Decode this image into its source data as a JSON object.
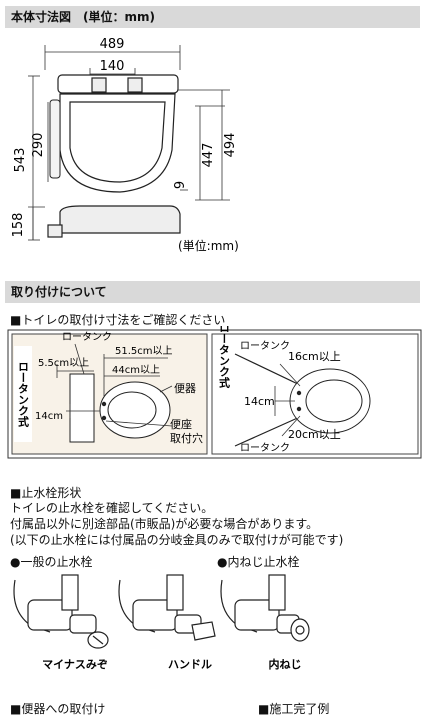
{
  "dimensions_section": {
    "title": "本体寸法図　(単位：mm)",
    "dims": {
      "width": "489",
      "inner_width": "140",
      "height_total": "543",
      "front_depth": "290",
      "depth_inner": "447",
      "depth_total": "494",
      "gap": "9",
      "side_height": "158"
    },
    "unit_note": "(単位:mm)"
  },
  "install_section": {
    "title": "取り付けについて",
    "check_heading": "■トイレの取付け寸法をご確認ください",
    "left_box": {
      "type_label": "ロータンク式",
      "tank_label": "ロータンク",
      "dim_55": "5.5cm以上",
      "dim_515": "51.5cm以上",
      "dim_44": "44cm以上",
      "dim_14": "14cm",
      "toilet_label": "便器",
      "seat_hole_label_1": "便座",
      "seat_hole_label_2": "取付穴"
    },
    "right_box": {
      "type_label": "隅付ロータンク式",
      "tank_top": "ロータンク",
      "tank_bottom": "ロータンク",
      "dim_16": "16cm以上",
      "dim_14": "14cm",
      "dim_20": "20cm以上"
    }
  },
  "valve_section": {
    "heading": "■止水栓形状",
    "line1": "トイレの止水栓を確認してください。",
    "line2": "付属品以外に別途部品(市販品)が必要な場合があります。",
    "line3": "(以下の止水栓には付属品の分岐金具のみで取付けが可能です)",
    "general_label": "●一般の止水栓",
    "internal_label": "●内ねじ止水栓",
    "valves": [
      "マイナスみぞ",
      "ハンドル",
      "内ねじ"
    ]
  },
  "bottom_partial": {
    "left": "■便器への取付け",
    "right": "■施工完了例"
  }
}
